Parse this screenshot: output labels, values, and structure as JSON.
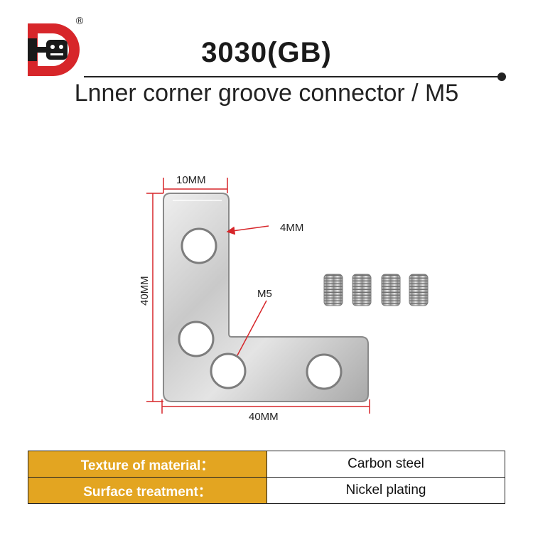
{
  "brand": {
    "logo_icon": "hd-dragon-logo",
    "registered_mark": "®",
    "brand_color": "#d7262a"
  },
  "header": {
    "model": "3030(GB)",
    "subtitle": "Lnner corner groove connector / M5"
  },
  "drawing": {
    "dim_top_width": "10MM",
    "dim_side_height": "40MM",
    "dim_bottom_width": "40MM",
    "dim_slot_depth": "4MM",
    "dim_hole": "M5",
    "dimension_color": "#d7262a",
    "screw_count": 4
  },
  "specs": [
    {
      "label": "Texture of material：",
      "value": "Carbon steel"
    },
    {
      "label": "Surface treatment：",
      "value": "Nickel plating"
    }
  ],
  "colors": {
    "label_bg": "#e3a521",
    "text": "#1a1a1a"
  }
}
